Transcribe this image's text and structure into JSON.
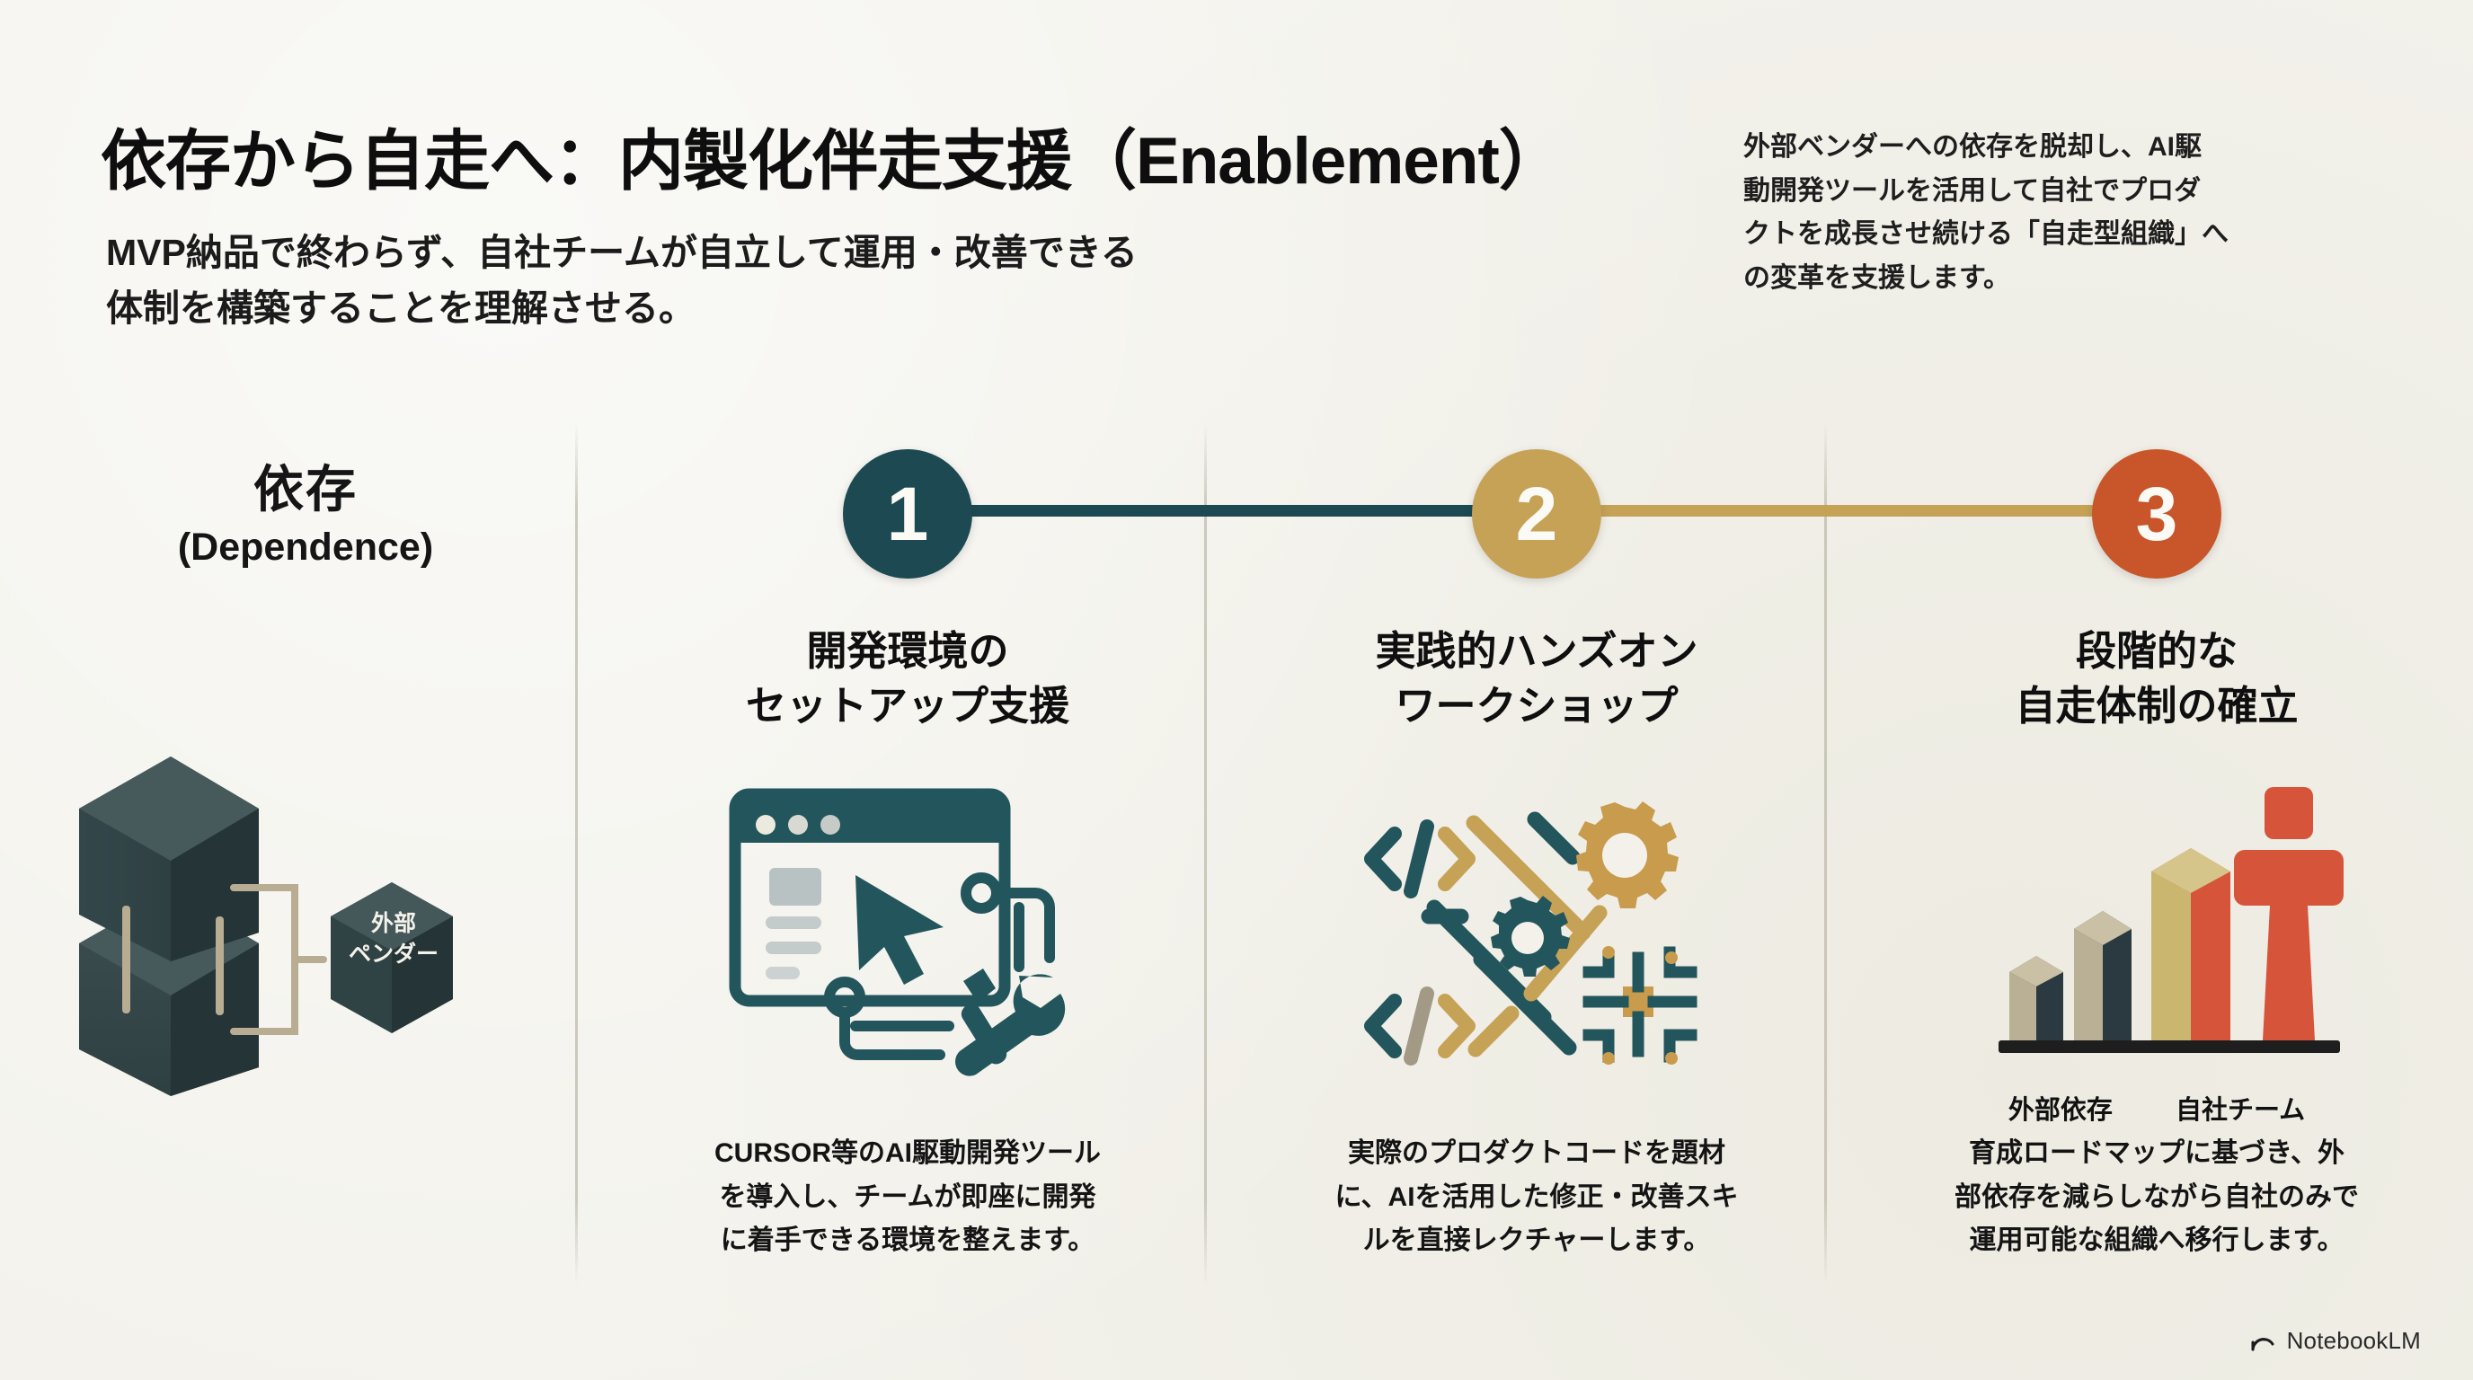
{
  "header": {
    "title": "依存から自走へ：内製化伴走支援（Enablement）",
    "subtitle": "MVP納品で終わらず、自社チームが自立して運用・改善できる\n体制を構築することを理解させる。",
    "lead": "外部ベンダーへの依存を脱却し、AI駆\n動開発ツールを活用して自社でプロダ\nクトを成長させ続ける「自走型組織」へ\nの変革を支援します。"
  },
  "dependence": {
    "label_jp": "依存",
    "label_en": "(Dependence)",
    "vendor_label": "外部\nペンダー"
  },
  "steps": [
    {
      "number": "1",
      "color": "#1d4a52",
      "heading": "開発環境の\nセットアップ支援",
      "body": "CURSOR等のAI駆動開発ツール\nを導入し、チームが即座に開発\nに着手できる環境を整えます。",
      "icon": "browser-cursor-tools-icon"
    },
    {
      "number": "2",
      "color": "#c6a257",
      "heading": "実践的ハンズオン\nワークショップ",
      "body": "実際のプロダクトコードを題材\nに、AIを活用した修正・改善スキ\nルを直接レクチャーします。",
      "icon": "code-gears-circuit-icon"
    },
    {
      "number": "3",
      "color": "#c8562a",
      "heading": "段階的な\n自走体制の確立",
      "body": "育成ロードマップに基づき、外\n部依存を減らしながら自社のみで\n運用可能な組織へ移行します。",
      "icon": "growth-bars-person-icon"
    }
  ],
  "chart_data": {
    "type": "bar",
    "title": "",
    "categories": [
      "外部依存",
      "自社チーム"
    ],
    "bars": [
      {
        "label": "外部依存",
        "value": 22,
        "color": "#2b3a40",
        "top_color": "#c9c0a6"
      },
      {
        "label": "外部依存",
        "value": 38,
        "color": "#2b3a40",
        "top_color": "#c9c0a6"
      },
      {
        "label": "自社チーム",
        "value": 78,
        "color": "#d6553a",
        "top_color": "#d9c37e"
      },
      {
        "label": "自社チーム",
        "value": 100,
        "color": "#d6553a",
        "top_color": "#d6553a"
      }
    ],
    "xlabel": "",
    "ylabel": "",
    "ylim": [
      0,
      100
    ],
    "grid": false,
    "legend": "none"
  },
  "footer": {
    "brand": "NotebookLM",
    "icon": "notebooklm-logo-icon"
  },
  "palette": {
    "background": "#f3f2ec",
    "teal": "#1d4a52",
    "gold": "#c6a257",
    "orange": "#c8562a",
    "dark": "#2b3a40",
    "divider": "#bebaac"
  }
}
